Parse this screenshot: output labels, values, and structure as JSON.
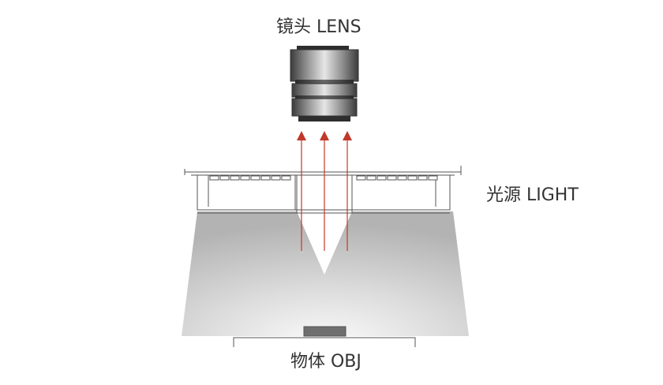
{
  "labels": {
    "lens": "镜头 LENS",
    "light": "光源 LIGHT",
    "object": "物体 OBJ"
  },
  "colors": {
    "arrow": "#c0392b",
    "outline": "#555555",
    "lens_dark": "#3a3a3a",
    "object": "#6f6f6f"
  },
  "arrows": {
    "count": 3,
    "direction": "up"
  }
}
